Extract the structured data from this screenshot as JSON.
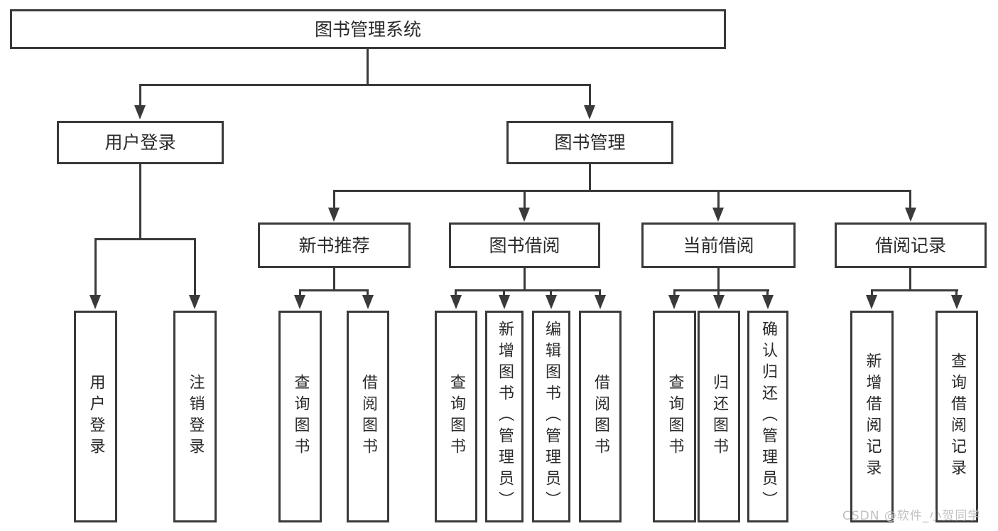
{
  "colors": {
    "line": "#3a3a3a",
    "text": "#2a2a2a",
    "watermark": "#bdbdbd",
    "background": "#ffffff"
  },
  "watermark": {
    "text": "CSDN @软件_小贺同学"
  },
  "tree": {
    "root": {
      "label": "图书管理系统"
    },
    "branches": [
      {
        "label": "用户登录",
        "children": [
          {
            "label": "用户登录"
          },
          {
            "label": "注销登录"
          }
        ]
      },
      {
        "label": "图书管理",
        "children": [
          {
            "label": "新书推荐",
            "children": [
              {
                "label": "查询图书"
              },
              {
                "label": "借阅图书"
              }
            ]
          },
          {
            "label": "图书借阅",
            "children": [
              {
                "label": "查询图书"
              },
              {
                "label": "新增图书（管理员）"
              },
              {
                "label": "编辑图书（管理员）"
              },
              {
                "label": "借阅图书"
              }
            ]
          },
          {
            "label": "当前借阅",
            "children": [
              {
                "label": "查询图书"
              },
              {
                "label": "归还图书"
              },
              {
                "label": "确认归还（管理员）"
              }
            ]
          },
          {
            "label": "借阅记录",
            "children": [
              {
                "label": "新增借阅记录"
              },
              {
                "label": "查询借阅记录"
              }
            ]
          }
        ]
      }
    ]
  }
}
